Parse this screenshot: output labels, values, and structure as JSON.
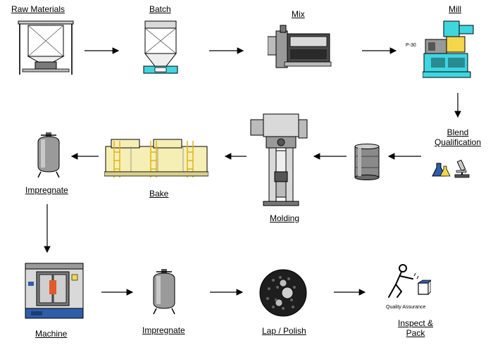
{
  "stages": {
    "raw_materials": "Raw Materials",
    "batch": "Batch",
    "mix": "Mix",
    "mill": "Mill",
    "mill_tag": "P-30",
    "blend_qualification_line1": "Blend",
    "blend_qualification_line2": "Qualification",
    "molding": "Molding",
    "bake": "Bake",
    "impregnate_1": "Impregnate",
    "machine": "Machine",
    "impregnate_2": "Impregnate",
    "lap_polish": "Lap / Polish",
    "inspect_line1": "Inspect &",
    "inspect_line2": "Pack",
    "qa_caption": "Quality Assurance"
  },
  "colors": {
    "line": "#000000",
    "gray_light": "#d9d9d9",
    "gray_mid": "#9a9a9a",
    "gray_dark": "#4a4a4a",
    "cyan": "#3fd6e0",
    "yellow": "#f3d64a",
    "cream": "#f6efb5",
    "blue": "#2f5ea8"
  }
}
